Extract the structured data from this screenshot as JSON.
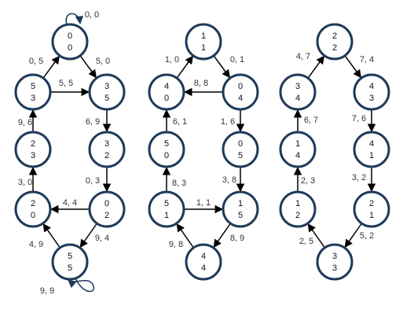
{
  "colors": {
    "node_stroke": "#1f3a5a",
    "edge": "#000000",
    "loop": "#1f3a5a",
    "background": "#ffffff"
  },
  "graphs": [
    {
      "nodes": [
        {
          "id": "g1-00",
          "top": "0",
          "bottom": "0"
        },
        {
          "id": "g1-53",
          "top": "5",
          "bottom": "3"
        },
        {
          "id": "g1-35",
          "top": "3",
          "bottom": "5"
        },
        {
          "id": "g1-23",
          "top": "2",
          "bottom": "3"
        },
        {
          "id": "g1-32",
          "top": "3",
          "bottom": "2"
        },
        {
          "id": "g1-20",
          "top": "2",
          "bottom": "0"
        },
        {
          "id": "g1-02",
          "top": "0",
          "bottom": "2"
        },
        {
          "id": "g1-55",
          "top": "5",
          "bottom": "5"
        }
      ],
      "edges": [
        {
          "from": "g1-00",
          "to": "g1-00",
          "label": "0, 0",
          "loop": true
        },
        {
          "from": "g1-53",
          "to": "g1-00",
          "label": "0, 5"
        },
        {
          "from": "g1-00",
          "to": "g1-35",
          "label": "5, 0"
        },
        {
          "from": "g1-53",
          "to": "g1-35",
          "label": "5, 5"
        },
        {
          "from": "g1-35",
          "to": "g1-32",
          "label": "6, 9"
        },
        {
          "from": "g1-23",
          "to": "g1-53",
          "label": "9, 6"
        },
        {
          "from": "g1-32",
          "to": "g1-02",
          "label": "0, 3"
        },
        {
          "from": "g1-20",
          "to": "g1-23",
          "label": "3, 0"
        },
        {
          "from": "g1-02",
          "to": "g1-20",
          "label": "4, 4"
        },
        {
          "from": "g1-02",
          "to": "g1-55",
          "label": "9, 4"
        },
        {
          "from": "g1-55",
          "to": "g1-20",
          "label": "4, 9"
        },
        {
          "from": "g1-55",
          "to": "g1-55",
          "label": "9, 9",
          "loop": true
        }
      ]
    },
    {
      "nodes": [
        {
          "id": "g2-11",
          "top": "1",
          "bottom": "1"
        },
        {
          "id": "g2-40",
          "top": "4",
          "bottom": "0"
        },
        {
          "id": "g2-04",
          "top": "0",
          "bottom": "4"
        },
        {
          "id": "g2-50",
          "top": "5",
          "bottom": "0"
        },
        {
          "id": "g2-05",
          "top": "0",
          "bottom": "5"
        },
        {
          "id": "g2-51",
          "top": "5",
          "bottom": "1"
        },
        {
          "id": "g2-15",
          "top": "1",
          "bottom": "5"
        },
        {
          "id": "g2-44",
          "top": "4",
          "bottom": "4"
        }
      ],
      "edges": [
        {
          "from": "g2-40",
          "to": "g2-11",
          "label": "1, 0"
        },
        {
          "from": "g2-11",
          "to": "g2-04",
          "label": "0, 1"
        },
        {
          "from": "g2-04",
          "to": "g2-40",
          "label": "8, 8"
        },
        {
          "from": "g2-50",
          "to": "g2-40",
          "label": "6, 1"
        },
        {
          "from": "g2-04",
          "to": "g2-05",
          "label": "1, 6"
        },
        {
          "from": "g2-51",
          "to": "g2-50",
          "label": "8, 3"
        },
        {
          "from": "g2-05",
          "to": "g2-15",
          "label": "3, 8"
        },
        {
          "from": "g2-51",
          "to": "g2-15",
          "label": "1, 1"
        },
        {
          "from": "g2-44",
          "to": "g2-51",
          "label": "9, 8"
        },
        {
          "from": "g2-15",
          "to": "g2-44",
          "label": "8, 9"
        }
      ]
    },
    {
      "nodes": [
        {
          "id": "g3-22",
          "top": "2",
          "bottom": "2"
        },
        {
          "id": "g3-34",
          "top": "3",
          "bottom": "4"
        },
        {
          "id": "g3-43",
          "top": "4",
          "bottom": "3"
        },
        {
          "id": "g3-14",
          "top": "1",
          "bottom": "4"
        },
        {
          "id": "g3-41",
          "top": "4",
          "bottom": "1"
        },
        {
          "id": "g3-12",
          "top": "1",
          "bottom": "2"
        },
        {
          "id": "g3-21",
          "top": "2",
          "bottom": "1"
        },
        {
          "id": "g3-33",
          "top": "3",
          "bottom": "3"
        }
      ],
      "edges": [
        {
          "from": "g3-34",
          "to": "g3-22",
          "label": "4, 7"
        },
        {
          "from": "g3-22",
          "to": "g3-43",
          "label": "7, 4"
        },
        {
          "from": "g3-14",
          "to": "g3-34",
          "label": "6, 7"
        },
        {
          "from": "g3-43",
          "to": "g3-41",
          "label": "7, 6"
        },
        {
          "from": "g3-12",
          "to": "g3-14",
          "label": "2, 3"
        },
        {
          "from": "g3-41",
          "to": "g3-21",
          "label": "3, 2"
        },
        {
          "from": "g3-33",
          "to": "g3-12",
          "label": "2, 5"
        },
        {
          "from": "g3-21",
          "to": "g3-33",
          "label": "5, 2"
        }
      ]
    }
  ]
}
